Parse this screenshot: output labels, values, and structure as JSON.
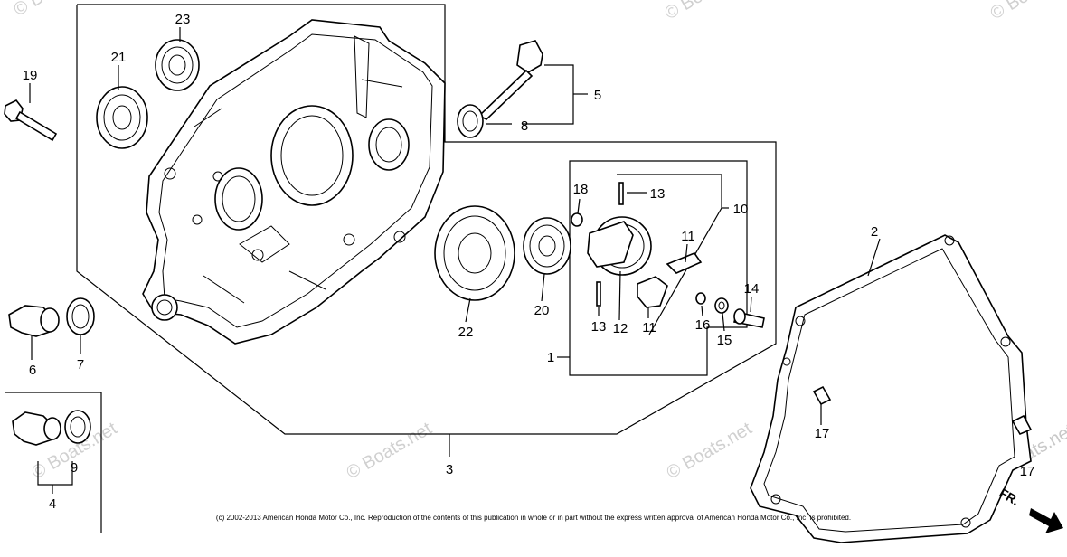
{
  "callouts": [
    {
      "id": "c1",
      "text": "1"
    },
    {
      "id": "c2",
      "text": "2"
    },
    {
      "id": "c3",
      "text": "3"
    },
    {
      "id": "c4",
      "text": "4"
    },
    {
      "id": "c5",
      "text": "5"
    },
    {
      "id": "c6",
      "text": "6"
    },
    {
      "id": "c7",
      "text": "7"
    },
    {
      "id": "c8",
      "text": "8"
    },
    {
      "id": "c9",
      "text": "9"
    },
    {
      "id": "c10",
      "text": "10"
    },
    {
      "id": "c11a",
      "text": "11"
    },
    {
      "id": "c11b",
      "text": "11"
    },
    {
      "id": "c12",
      "text": "12"
    },
    {
      "id": "c13a",
      "text": "13"
    },
    {
      "id": "c13b",
      "text": "13"
    },
    {
      "id": "c14",
      "text": "14"
    },
    {
      "id": "c15",
      "text": "15"
    },
    {
      "id": "c16",
      "text": "16"
    },
    {
      "id": "c17a",
      "text": "17"
    },
    {
      "id": "c17b",
      "text": "17"
    },
    {
      "id": "c18",
      "text": "18"
    },
    {
      "id": "c19",
      "text": "19"
    },
    {
      "id": "c20",
      "text": "20"
    },
    {
      "id": "c21",
      "text": "21"
    },
    {
      "id": "c22",
      "text": "22"
    },
    {
      "id": "c23",
      "text": "23"
    }
  ],
  "watermark": "© Boats.net",
  "direction_label": "FR.",
  "copyright": "(c) 2002-2013 American Honda Motor Co., Inc. Reproduction of the contents of this publication in whole or in part without the express written approval of American Honda Motor Co., Inc. is prohibited."
}
